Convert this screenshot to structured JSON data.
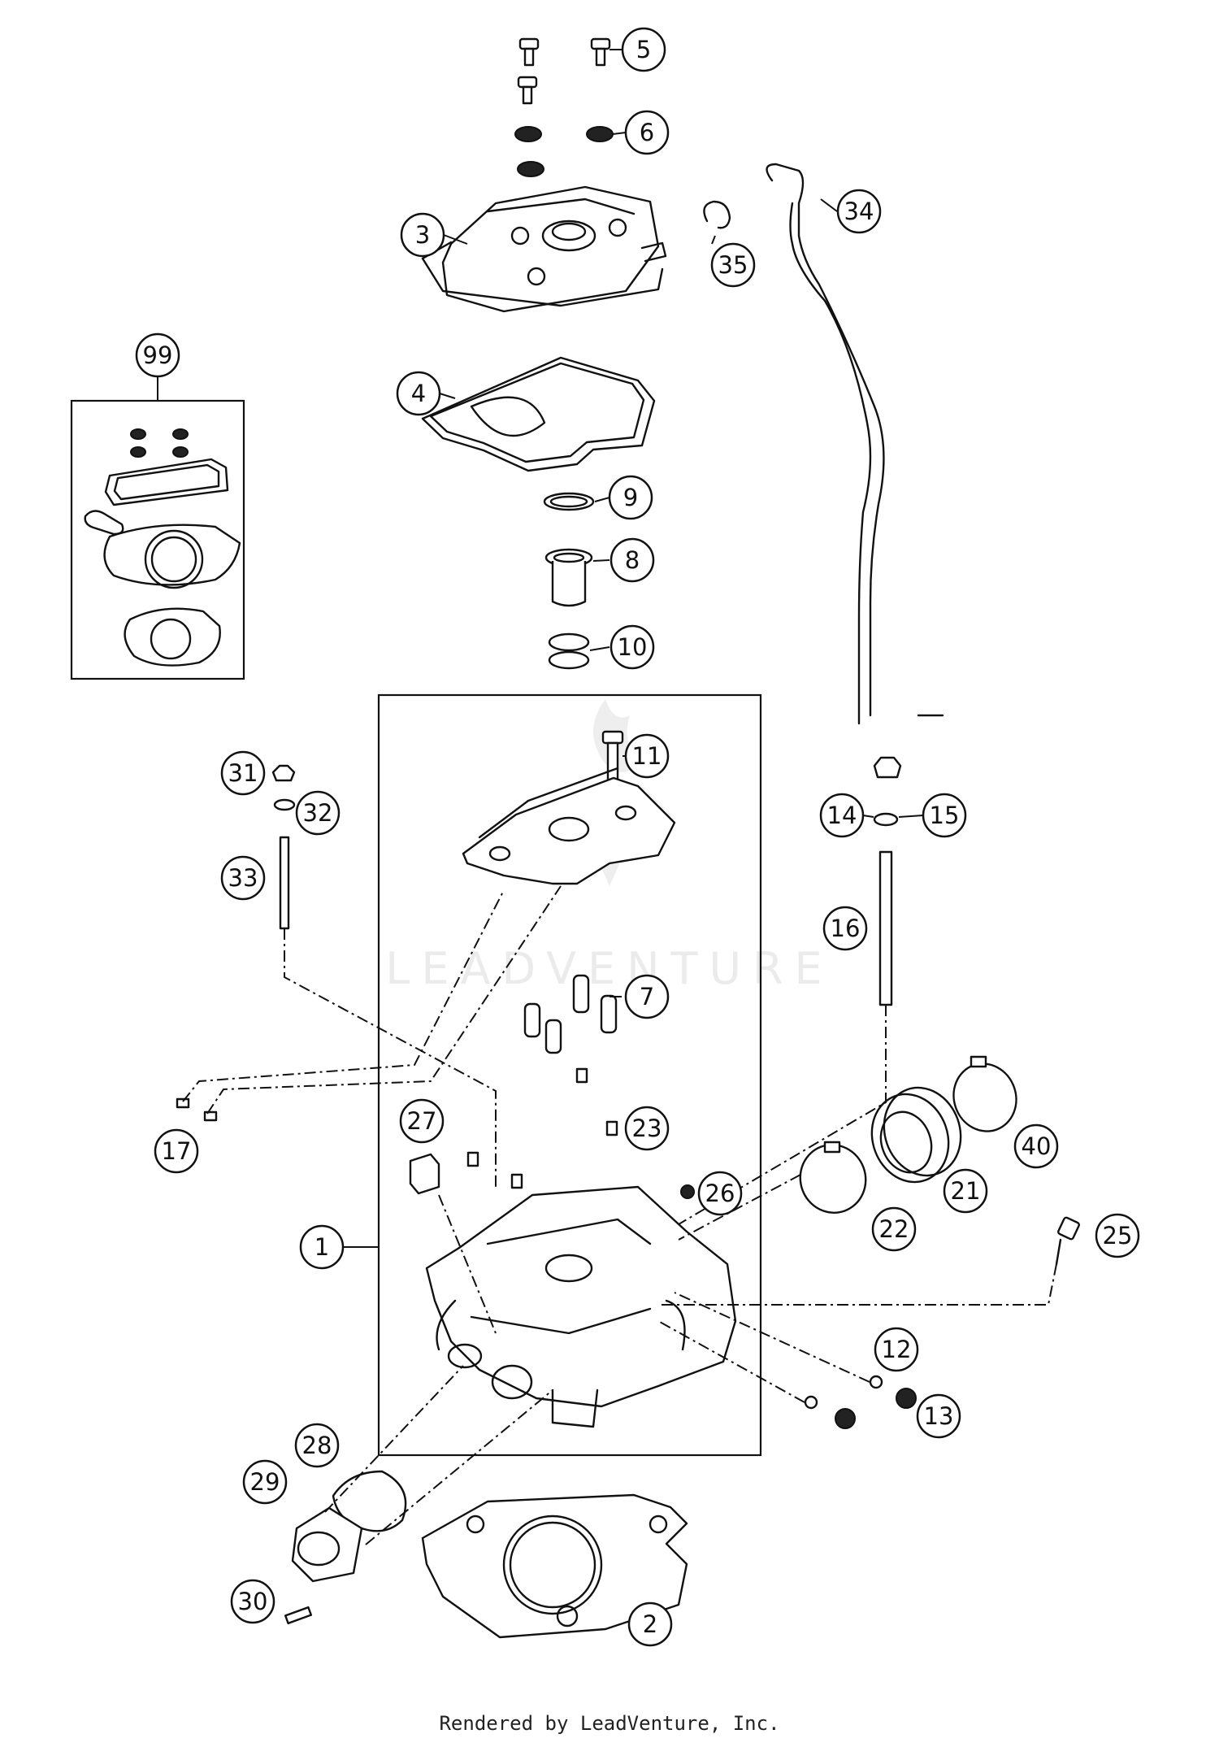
{
  "watermark": "LEADVENTURE",
  "footer": "Rendered by LeadVenture, Inc.",
  "callouts": [
    "1",
    "2",
    "3",
    "4",
    "5",
    "6",
    "7",
    "8",
    "9",
    "10",
    "11",
    "12",
    "13",
    "14",
    "15",
    "16",
    "17",
    "21",
    "22",
    "23",
    "25",
    "26",
    "27",
    "28",
    "29",
    "30",
    "31",
    "32",
    "33",
    "34",
    "35",
    "40",
    "99"
  ]
}
